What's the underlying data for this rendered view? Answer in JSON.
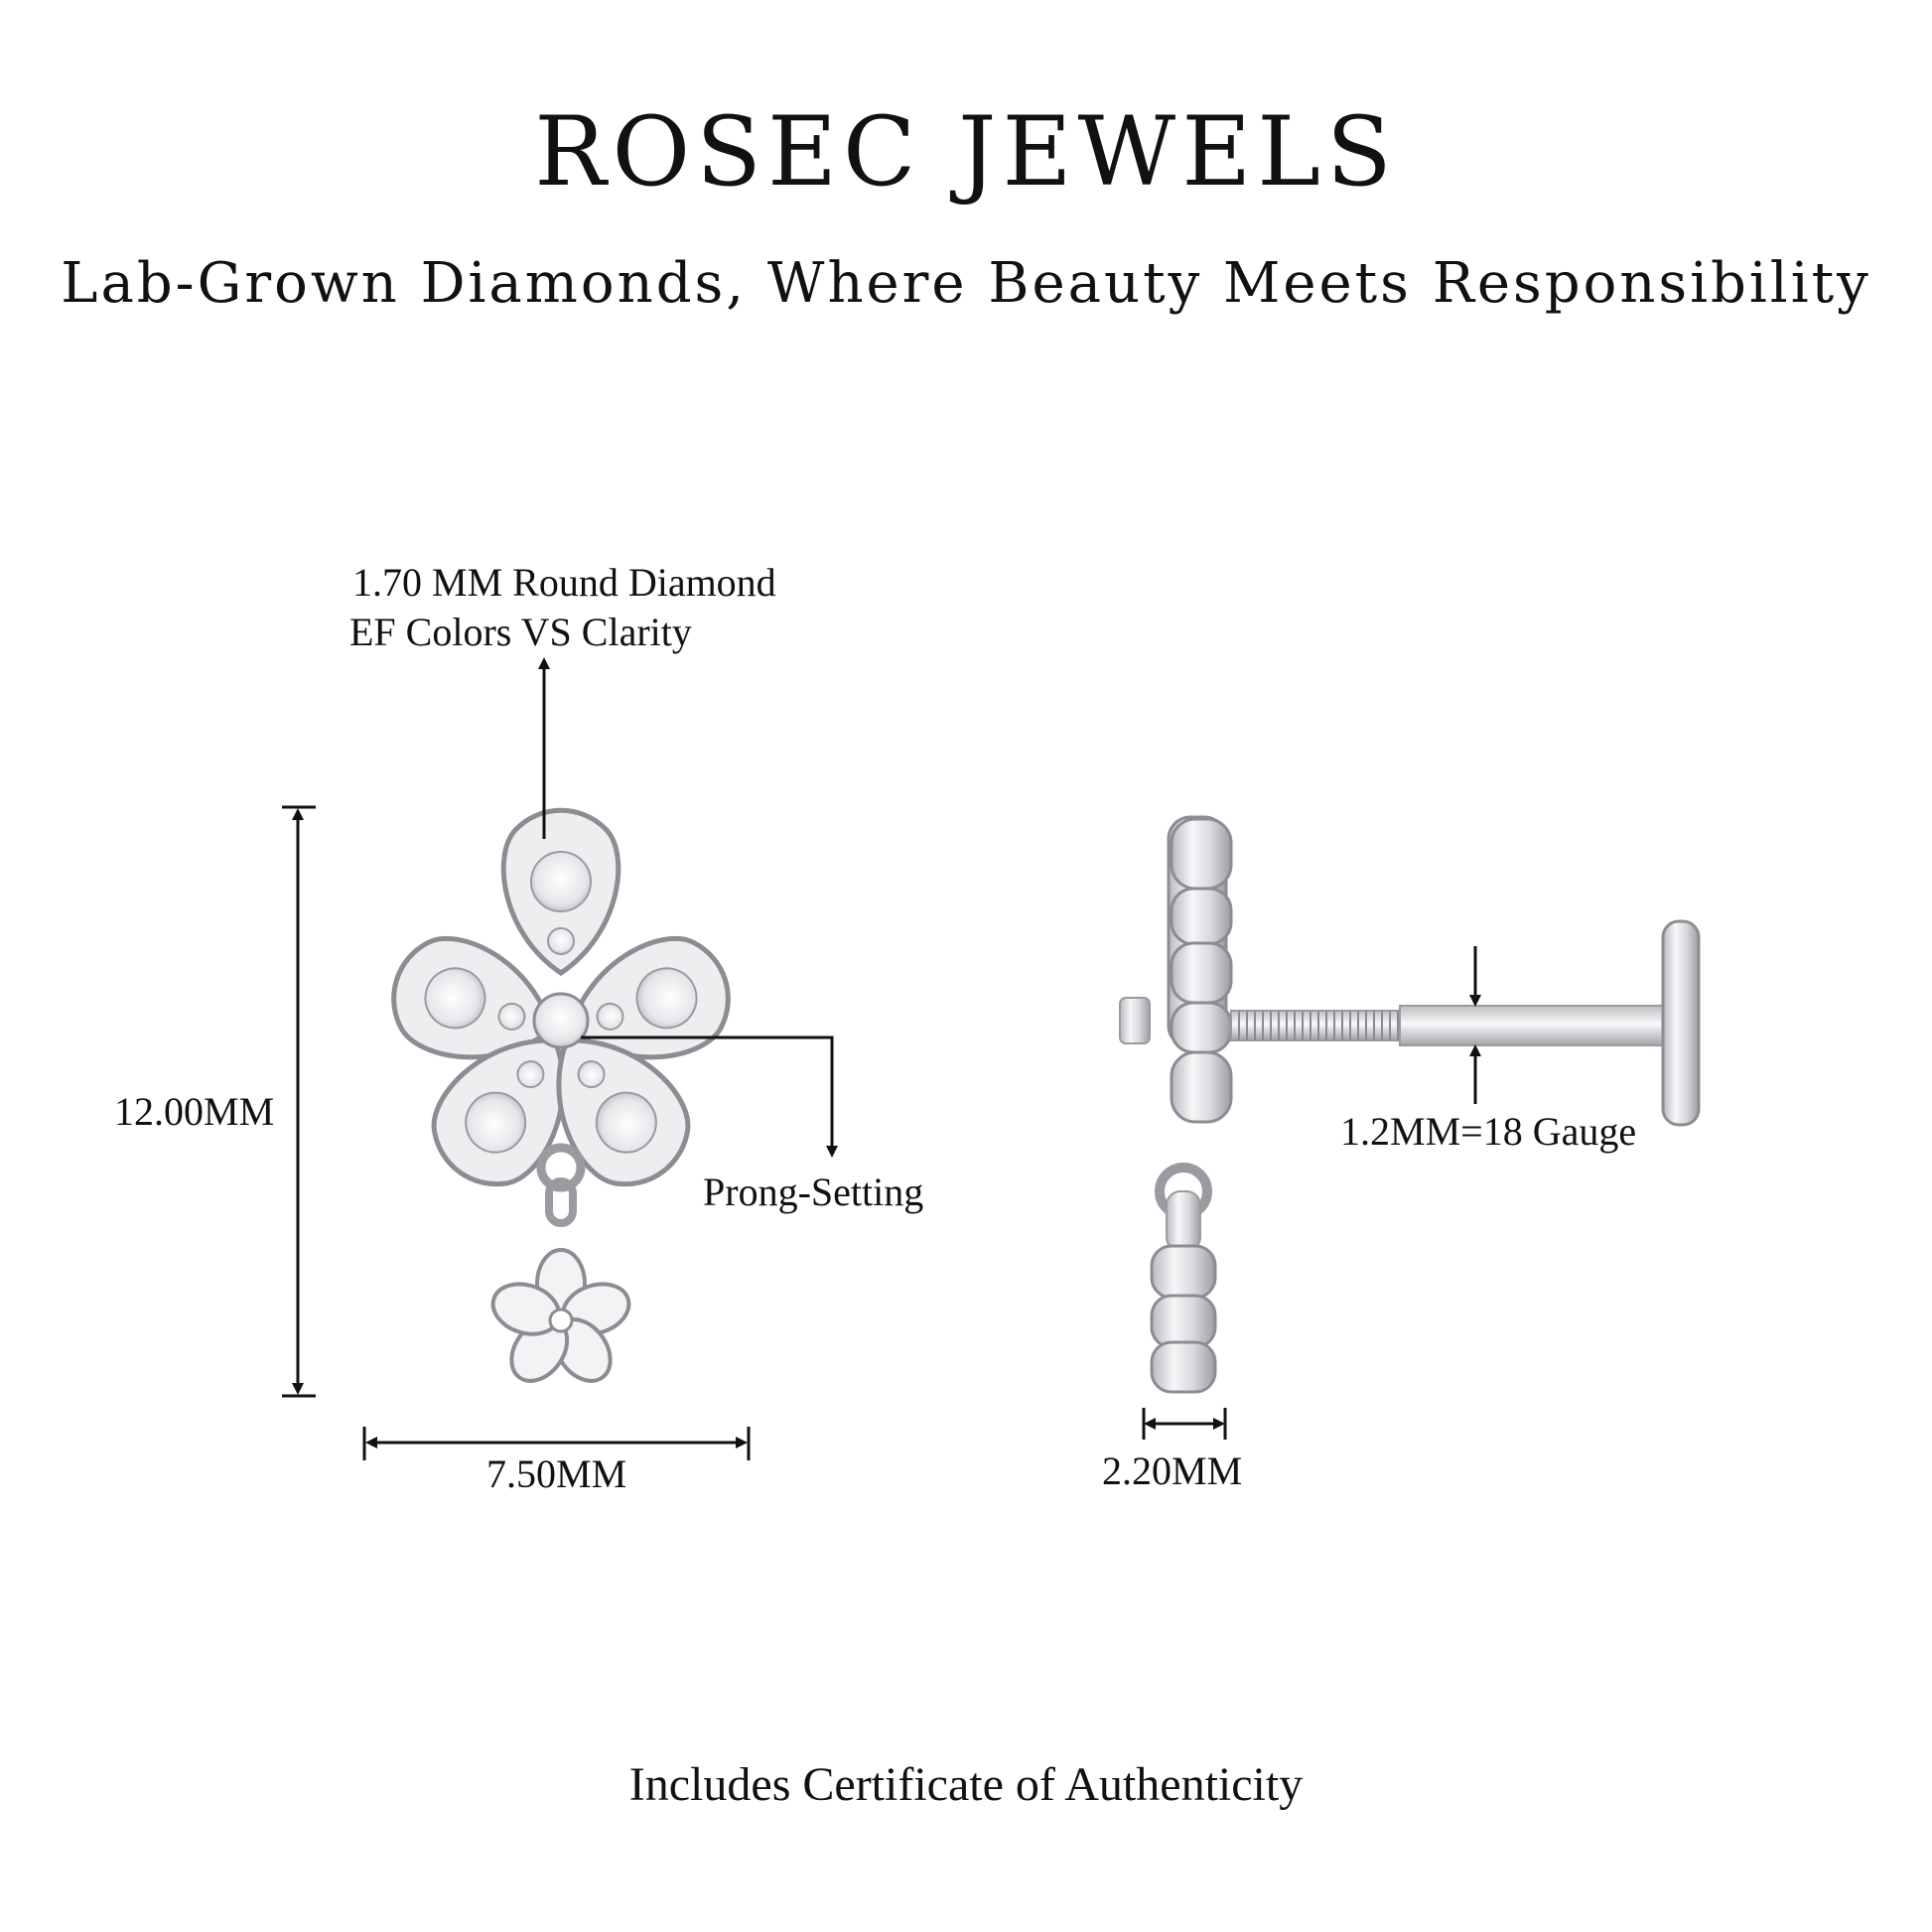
{
  "header": {
    "brand": "ROSEC JEWELS",
    "tagline": "Lab-Grown Diamonds, Where Beauty Meets Responsibility"
  },
  "callouts": {
    "diamond_line1": "1.70 MM Round Diamond",
    "diamond_line2": "EF Colors VS Clarity",
    "height": "12.00MM",
    "width": "7.50MM",
    "setting": "Prong-Setting",
    "gauge": "1.2MM=18 Gauge",
    "thickness": "2.20MM"
  },
  "footer": {
    "note": "Includes Certificate of Authenticity"
  },
  "colors": {
    "metal": "#e9e9ec",
    "metal_edge": "#8c8c92",
    "line": "#111111"
  }
}
